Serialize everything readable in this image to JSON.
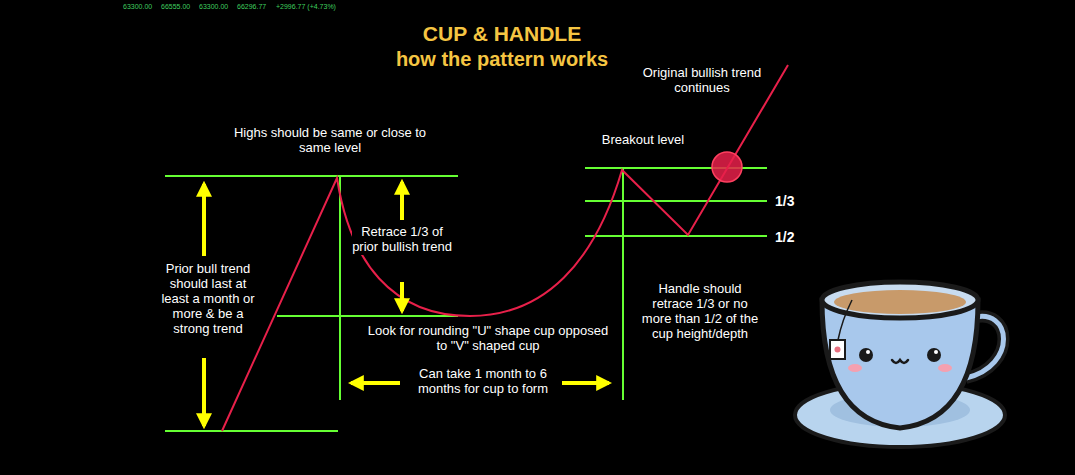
{
  "diagram": {
    "title": "CUP & HANDLE",
    "labels": [
      "63300.00",
      "66555.00",
      "63300.00",
      "66296.77",
      "+2996.77 (+4.73%)",
      "how the pattern works",
      "Highs should be same or close to same level",
      "Prior bull trend should last at least a month or more & be a strong trend",
      "Retrace 1/3 of prior bullish trend",
      "Look for rounding \"U\" shape cup opposed to \"V\" shaped cup",
      "Can take 1 month to 6 months for cup to form",
      "Original bullish trend continues",
      "Breakout level",
      "1/3",
      "1/2",
      "Handle should retrace 1/3 or no more than 1/2 of the cup height/depth"
    ]
  }
}
